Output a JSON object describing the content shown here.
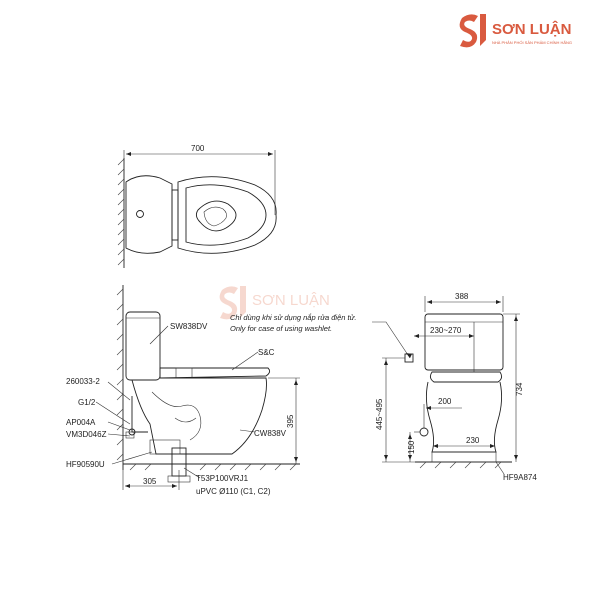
{
  "brand": {
    "logo_text": "SƠN LUẬN",
    "tagline": "NHÀ PHÂN PHỐI SẢN PHẨM CHÍNH HÃNG",
    "watermark_text": "SƠN LUẬN",
    "color": "#d95a3f",
    "watermark_color": "#f0b9a8"
  },
  "top_view": {
    "width_dim": "700"
  },
  "side_view": {
    "parts": {
      "tank": "SW838DV",
      "seat": "S&C",
      "bowl": "CW838V",
      "hose": "260033-2",
      "thread": "G1/2",
      "valve_a": "AP004A",
      "valve_b": "VM3D046Z",
      "floor_flange": "HF90590U",
      "drain": "T53P100VRJ1",
      "pipe": "uPVC Ø110 (C1, C2)"
    },
    "dims": {
      "height": "395",
      "offset": "305"
    }
  },
  "note": {
    "vi": "Chỉ dùng khi sử dụng nắp rửa điện tử.",
    "en": "Only for case of using washlet."
  },
  "front_view": {
    "dims": {
      "width": "388",
      "range": "230~270",
      "height": "734",
      "inlet_range": "445~495",
      "inlet_w": "200",
      "inlet_h": "150",
      "base": "230"
    },
    "parts": {
      "flange": "HF9A874"
    }
  }
}
